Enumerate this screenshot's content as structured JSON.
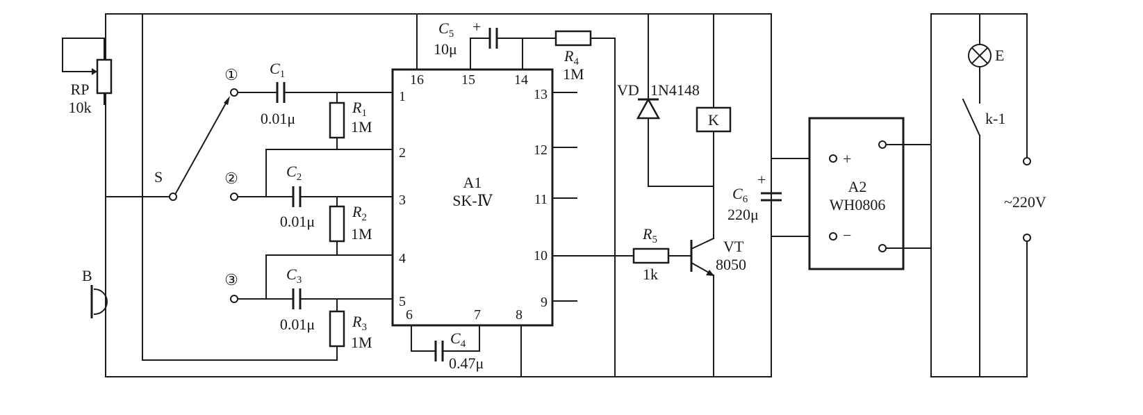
{
  "rp": {
    "name": "RP",
    "value": "10k"
  },
  "mic": {
    "name": "B"
  },
  "switch": {
    "name": "S",
    "pos1": "①",
    "pos2": "②",
    "pos3": "③"
  },
  "c1": {
    "name": "C",
    "sub": "1",
    "value": "0.01μ"
  },
  "c2": {
    "name": "C",
    "sub": "2",
    "value": "0.01μ"
  },
  "c3": {
    "name": "C",
    "sub": "3",
    "value": "0.01μ"
  },
  "c4": {
    "name": "C",
    "sub": "4",
    "value": "0.47μ"
  },
  "c5": {
    "name": "C",
    "sub": "5",
    "value": "10μ",
    "polarity": "+"
  },
  "c6": {
    "name": "C",
    "sub": "6",
    "value": "220μ",
    "polarity": "+"
  },
  "r1": {
    "name": "R",
    "sub": "1",
    "value": "1M"
  },
  "r2": {
    "name": "R",
    "sub": "2",
    "value": "1M"
  },
  "r3": {
    "name": "R",
    "sub": "3",
    "value": "1M"
  },
  "r4": {
    "name": "R",
    "sub": "4",
    "value": "1M"
  },
  "r5": {
    "name": "R",
    "sub": "5",
    "value": "1k"
  },
  "a1": {
    "name": "A1",
    "part": "SK-Ⅳ",
    "pins": {
      "p1": "1",
      "p2": "2",
      "p3": "3",
      "p4": "4",
      "p5": "5",
      "p6": "6",
      "p7": "7",
      "p8": "8",
      "p9": "9",
      "p10": "10",
      "p11": "11",
      "p12": "12",
      "p13": "13",
      "p14": "14",
      "p15": "15",
      "p16": "16"
    }
  },
  "diode": {
    "name": "VD",
    "part": "1N4148"
  },
  "relay": {
    "name": "K",
    "contact": "k-1"
  },
  "transistor": {
    "name": "VT",
    "part": "8050"
  },
  "a2": {
    "name": "A2",
    "part": "WH0806",
    "plus": "+",
    "minus": "−"
  },
  "lamp": {
    "name": "E"
  },
  "mains": {
    "label": "~220V"
  }
}
